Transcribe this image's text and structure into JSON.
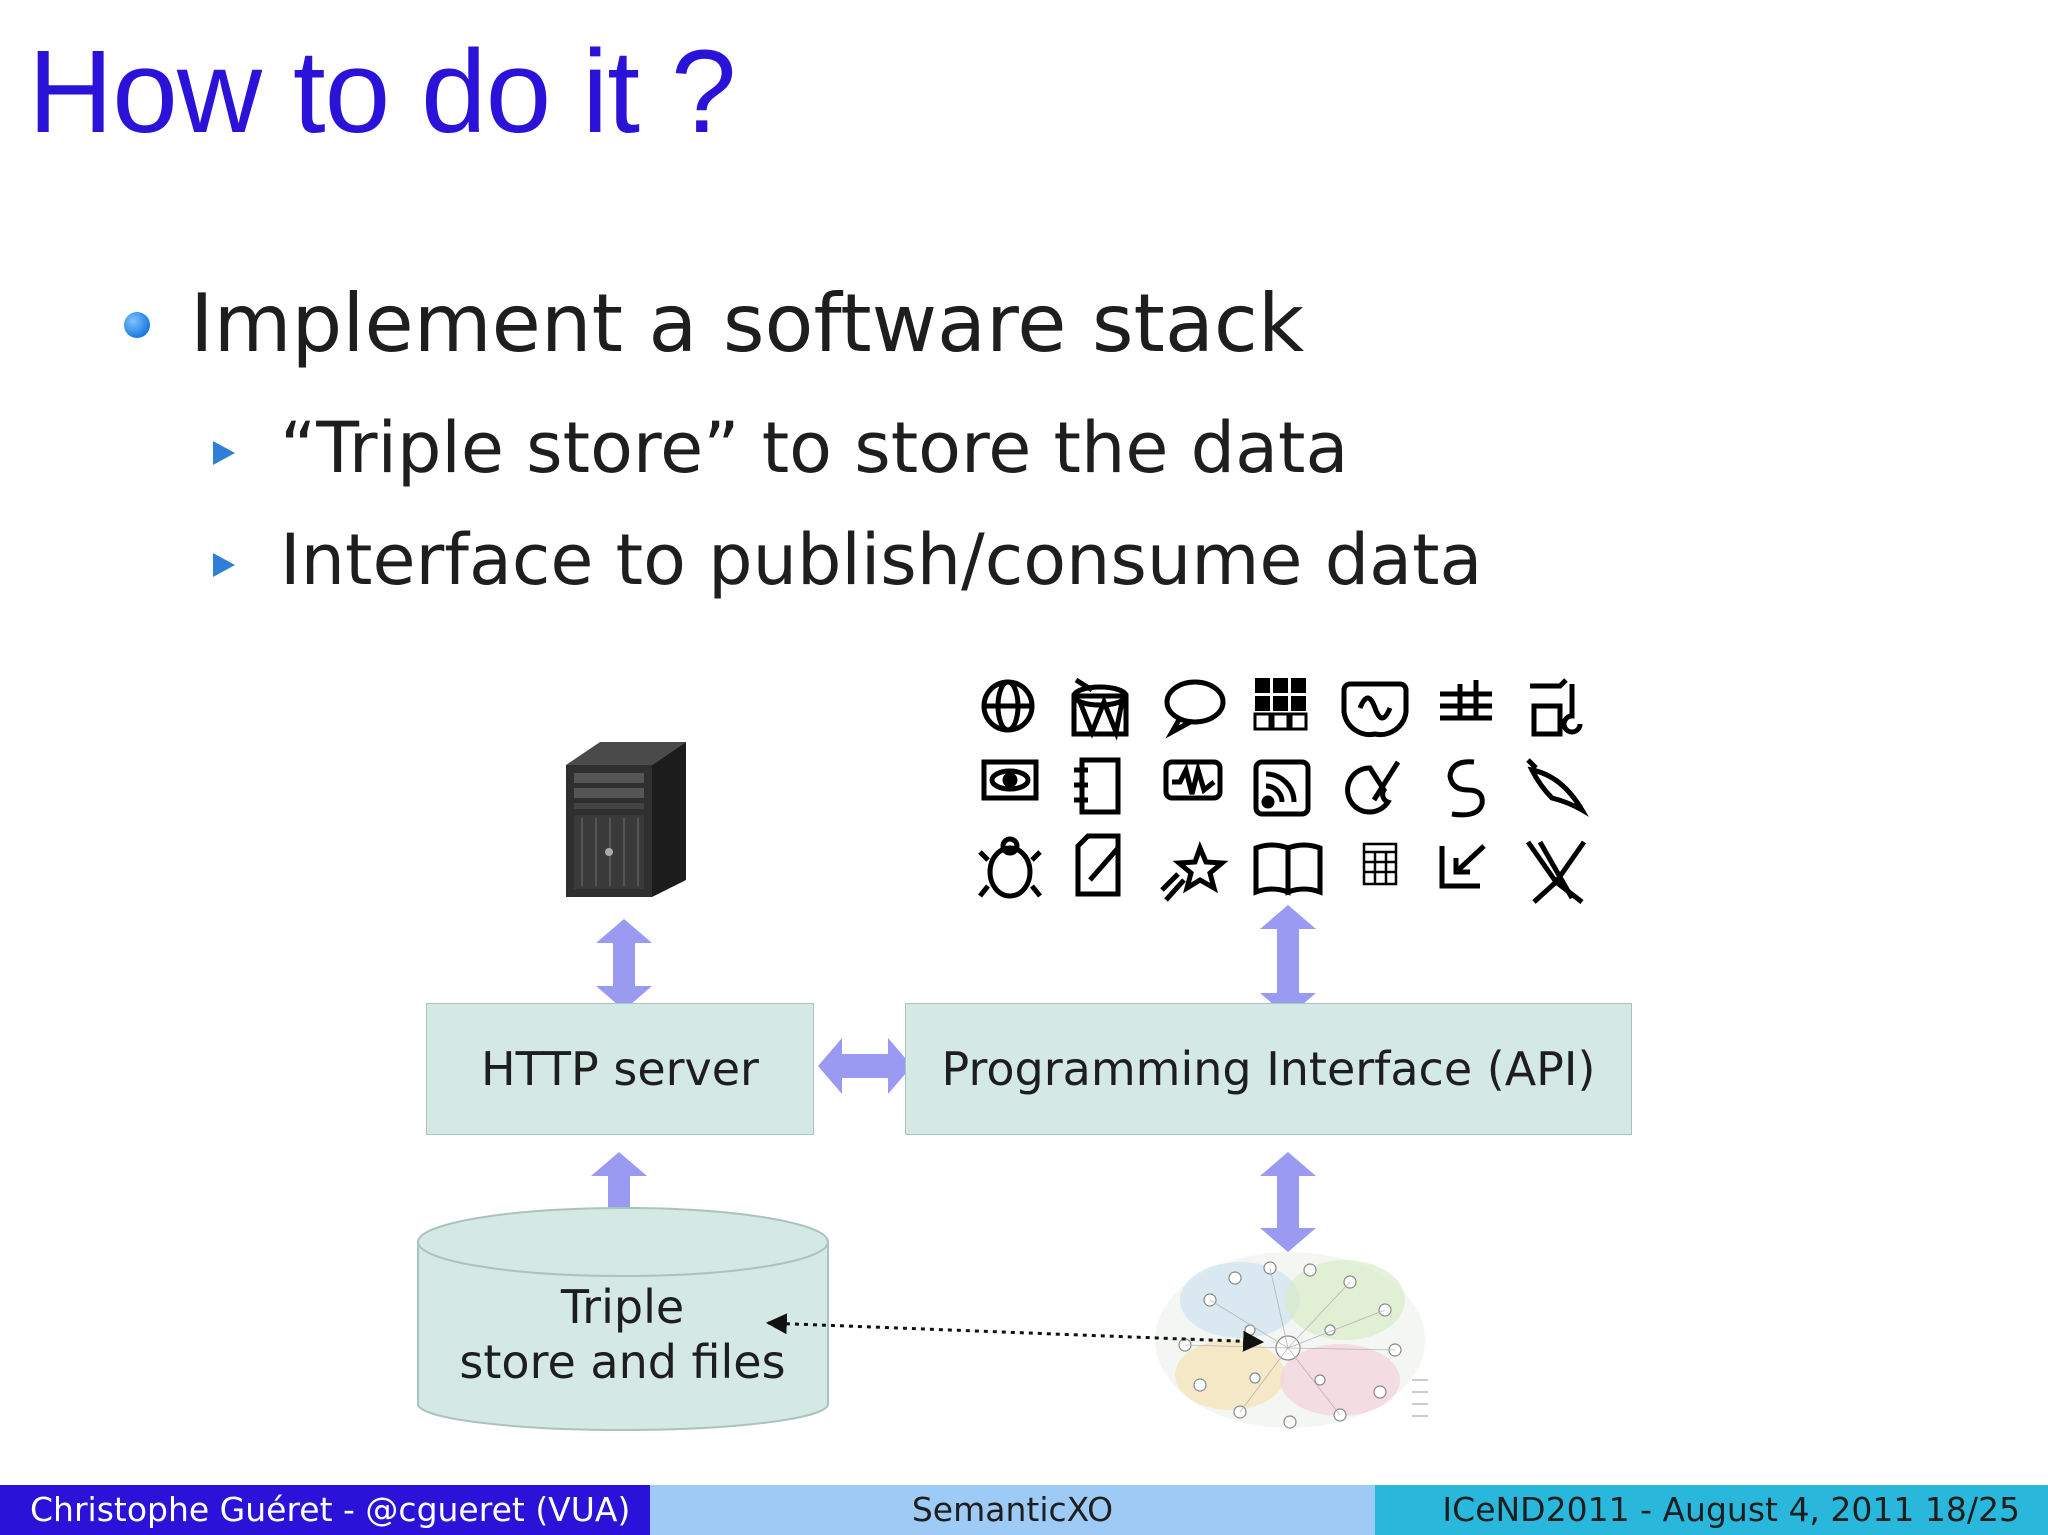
{
  "slide": {
    "title": "How to do it ?",
    "bullet": "Implement a software stack",
    "subbullets": [
      "“Triple store” to store the data",
      "Interface to publish/consume data"
    ]
  },
  "diagram": {
    "http_server": "HTTP server",
    "api": "Programming Interface (API)",
    "triple_store_line1": "Triple",
    "triple_store_line2": "store and files"
  },
  "footer": {
    "author": "Christophe Guéret - @cgueret (VUA)",
    "project": "SemanticXO",
    "event": "ICeND2011 - August 4, 2011   18/25"
  },
  "colors": {
    "title": "#2a12d8",
    "box_fill": "#d4e8e4",
    "arrow": "#9a9af2",
    "footer_left": "#2a12d8",
    "footer_mid": "#9ecbf5",
    "footer_right": "#29b7dc"
  }
}
